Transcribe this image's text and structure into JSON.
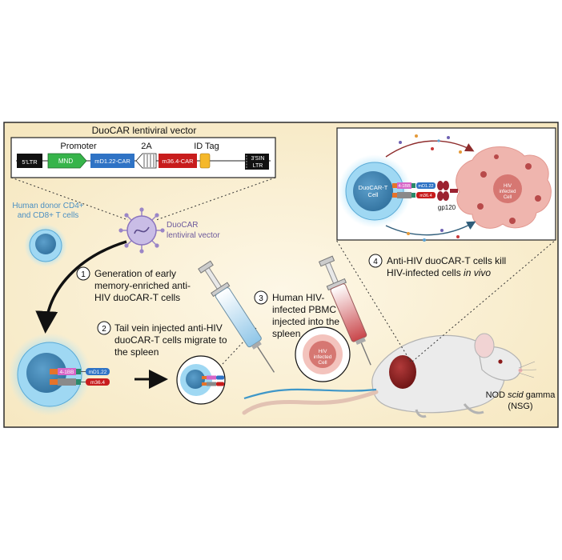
{
  "vector": {
    "title": "DuoCAR lentiviral vector",
    "promoter_label": "Promoter",
    "twoa_label": "2A",
    "idtag_label": "ID Tag",
    "ltr5": "5'LTR",
    "mnd": "MND",
    "car1": "mD1.22-CAR",
    "car2": "m36.4-CAR",
    "ltr3_line1": "3'SIN",
    "ltr3_line2": "LTR"
  },
  "donor": {
    "line1": "Human donor CD4+",
    "line2": "and CD8+ T cells"
  },
  "virus": {
    "line1": "DuoCAR",
    "line2": "lentiviral vector"
  },
  "receptors": {
    "bb": "4-1BB",
    "d122": "mD1.22",
    "m364": "m36.4"
  },
  "steps": [
    {
      "num": "1",
      "lines": [
        "Generation of early",
        "memory-enriched anti-",
        "HIV duoCAR-T cells"
      ]
    },
    {
      "num": "2",
      "lines": [
        "Tail vein injected anti-HIV",
        "duoCAR-T cells migrate to",
        "the spleen"
      ]
    },
    {
      "num": "3",
      "lines": [
        "Human HIV-",
        "infected PBMC",
        "injected into the",
        "spleen"
      ]
    },
    {
      "num": "4",
      "line1": "Anti-HIV duoCAR-T cells kill",
      "line2_prefix": "HIV-infected cells ",
      "line2_em": "in vivo"
    }
  ],
  "inset": {
    "cell_line1": "DuoCAR-T",
    "cell_line2": "Cell",
    "hiv_line1": "HIV",
    "hiv_line2": "infected",
    "hiv_line3": "Cell",
    "gp120": "gp120"
  },
  "mouse": {
    "prefix": "NOD ",
    "em": "scid",
    "suffix": " gamma",
    "line2": "(NSG)"
  },
  "colors": {
    "panel_bg": "#faf1da",
    "cell_blue": "#3f86b8",
    "hiv_pink": "#e59b96",
    "car_blue": "#2f73c5",
    "car_red": "#c81d1d",
    "mnd_green": "#36b44a",
    "idtag_yellow": "#f5b82a",
    "receptor_pink": "#d766c7"
  }
}
